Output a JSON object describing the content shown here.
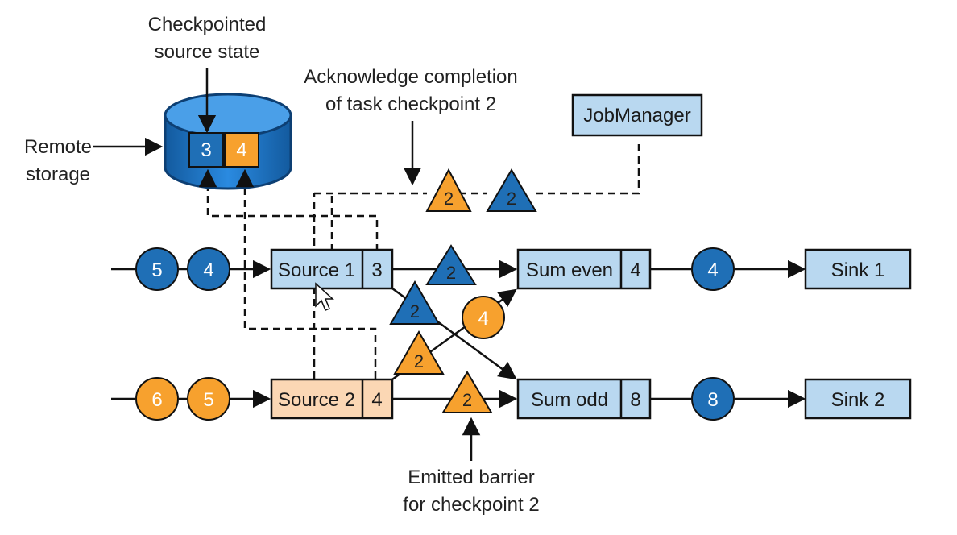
{
  "annotations": {
    "checkpointed_line1": "Checkpointed",
    "checkpointed_line2": "source state",
    "ack_line1": "Acknowledge completion",
    "ack_line2": "of task checkpoint 2",
    "remote_line1": "Remote",
    "remote_line2": "storage",
    "emitted_line1": "Emitted barrier",
    "emitted_line2": "for checkpoint 2"
  },
  "storage": {
    "state_blue": "3",
    "state_orange": "4"
  },
  "job_manager": {
    "label": "JobManager"
  },
  "sources": {
    "source1": {
      "label": "Source 1",
      "state": "3"
    },
    "source2": {
      "label": "Source 2",
      "state": "4"
    }
  },
  "sums": {
    "even": {
      "label": "Sum even",
      "state": "4"
    },
    "odd": {
      "label": "Sum odd",
      "state": "8"
    }
  },
  "sinks": {
    "sink1": "Sink 1",
    "sink2": "Sink 2"
  },
  "records": {
    "in1_a": "5",
    "in1_b": "4",
    "in2_a": "6",
    "in2_b": "5",
    "even_in": "4",
    "even_out": "4",
    "odd_out": "8"
  },
  "barriers": {
    "ack_orange": "2",
    "ack_blue": "2",
    "s1_to_even": "2",
    "s1_to_odd": "2",
    "s2_to_even": "2",
    "s2_to_odd": "2"
  },
  "colors": {
    "blue": "#1f6fb6",
    "orange": "#f7a12e",
    "box_blue": "#b9d8f0",
    "box_peach": "#fbd7b4",
    "storage": "#1f7bd0"
  }
}
